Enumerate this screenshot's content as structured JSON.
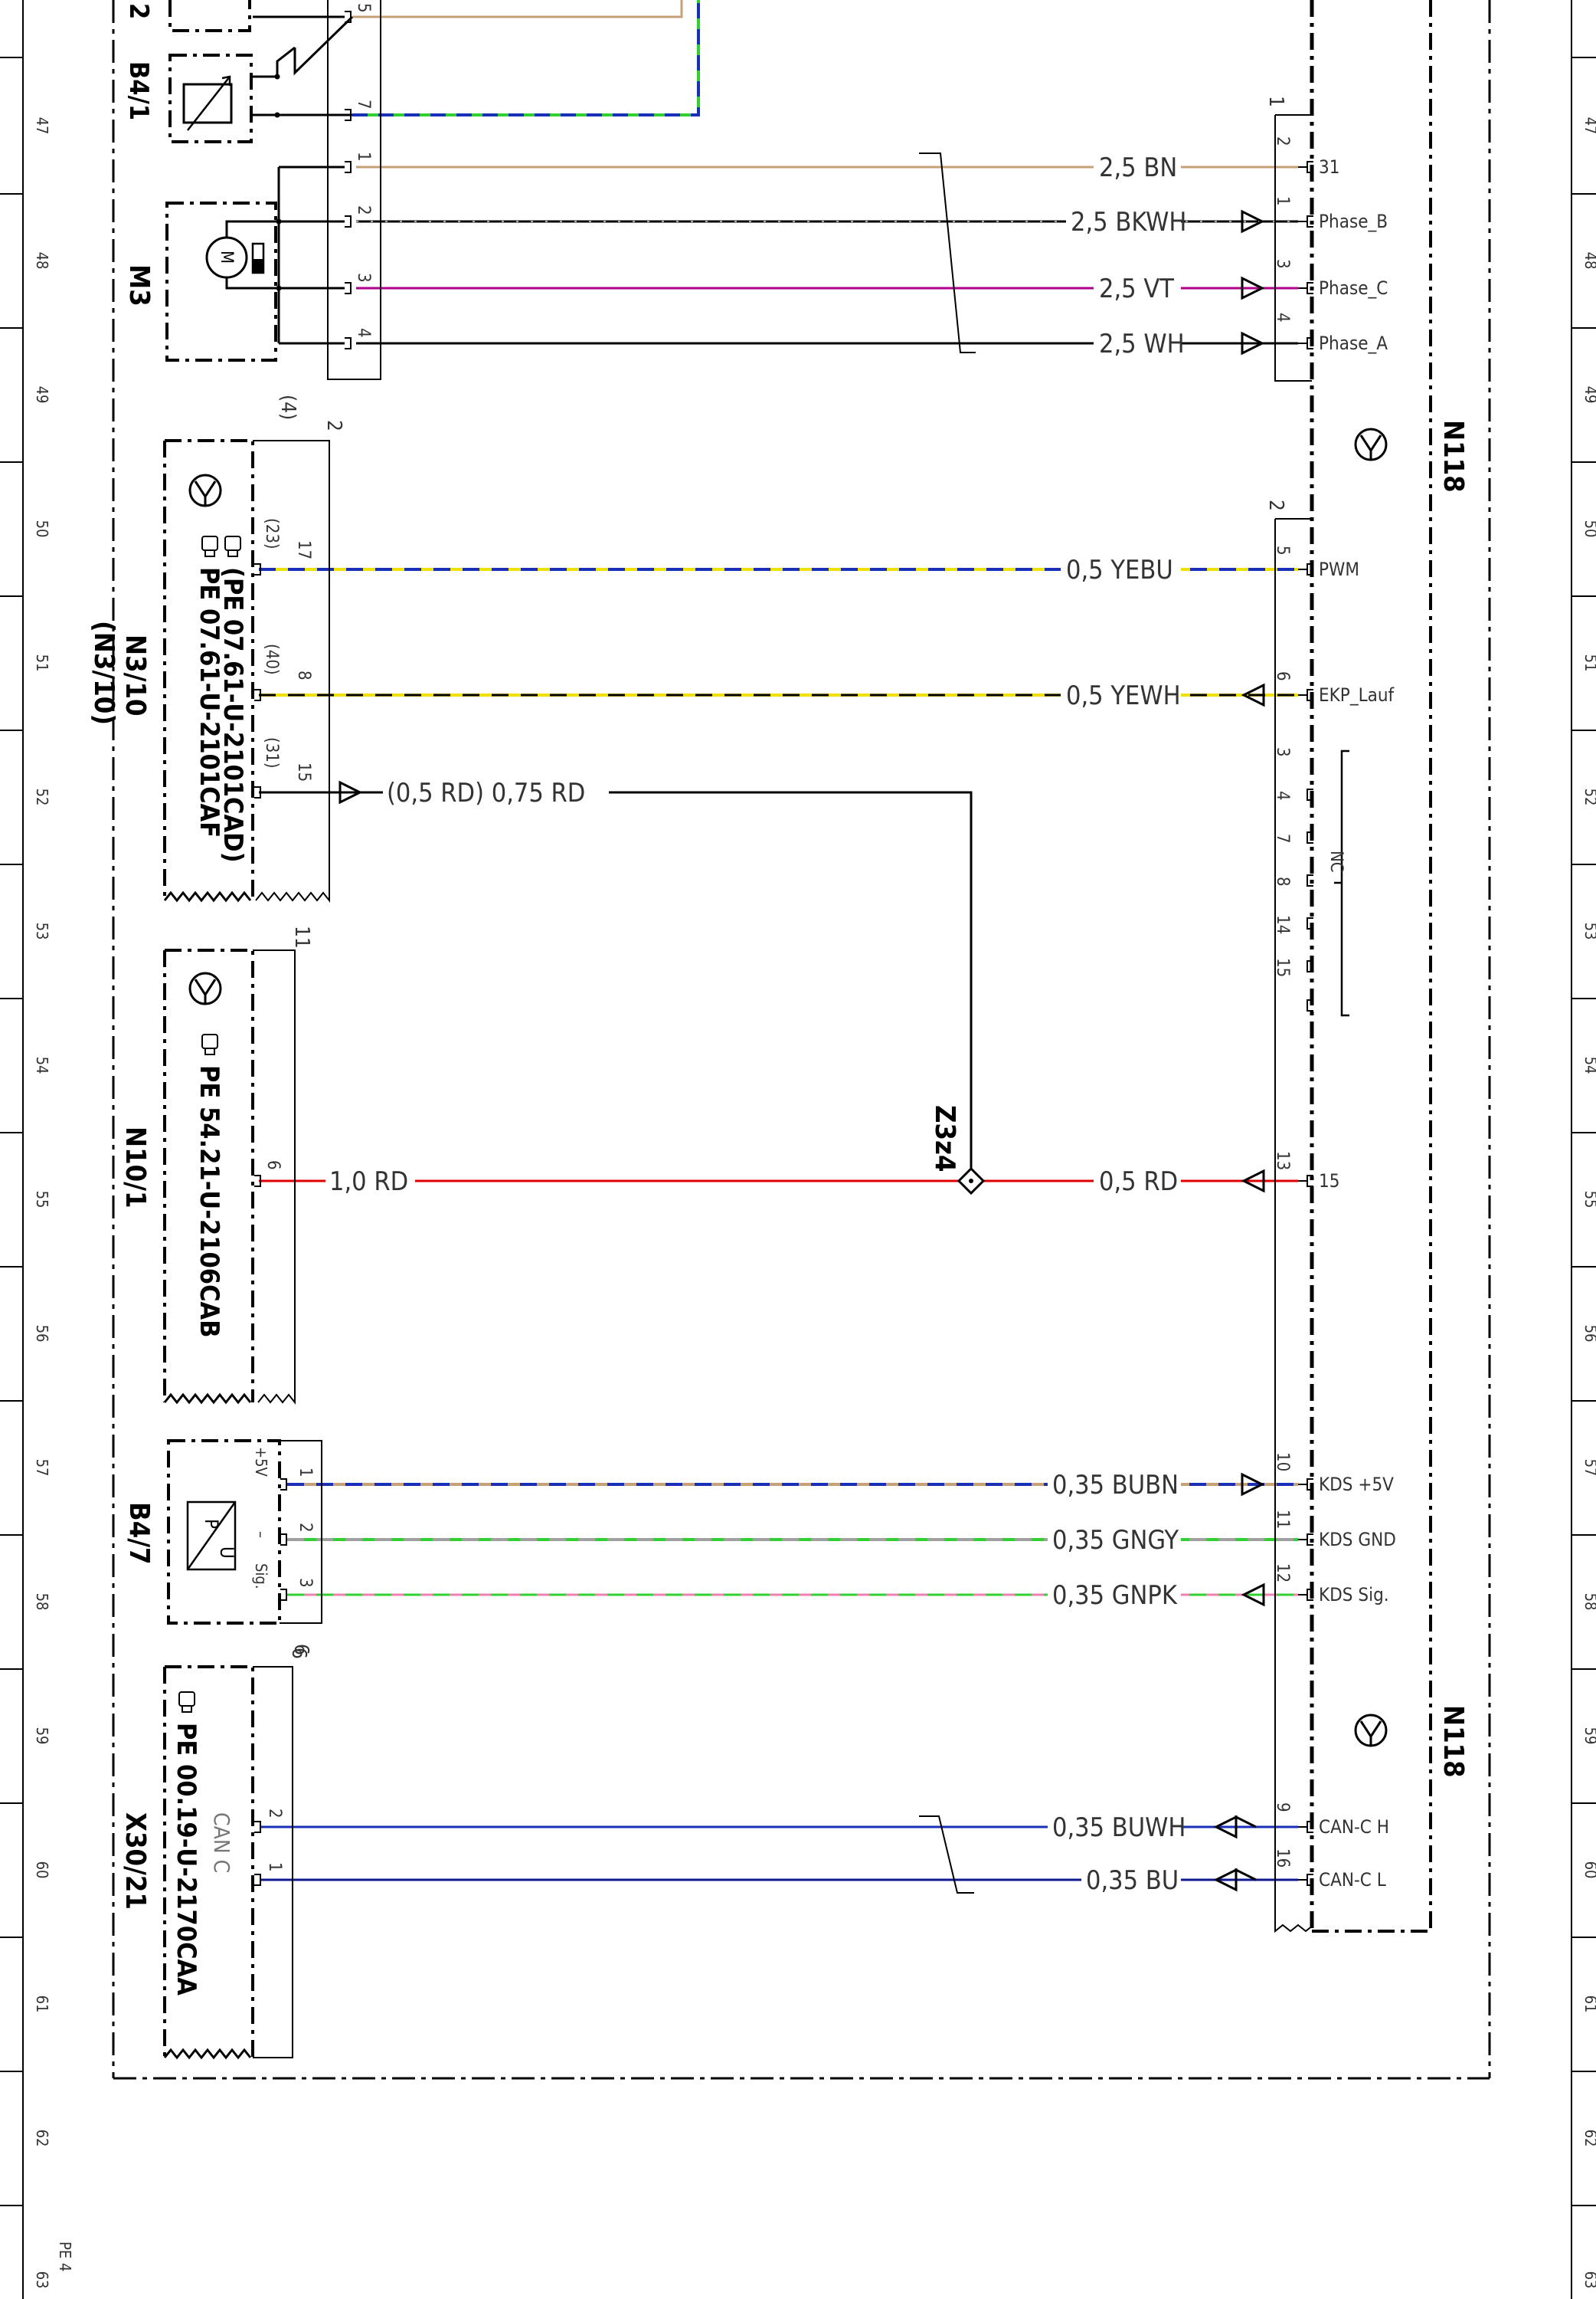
{
  "rows": [
    {
      "num": "47"
    },
    {
      "num": "48"
    },
    {
      "num": "49"
    },
    {
      "num": "50"
    },
    {
      "num": "51"
    },
    {
      "num": "52"
    },
    {
      "num": "53"
    },
    {
      "num": "54"
    },
    {
      "num": "55"
    },
    {
      "num": "56"
    },
    {
      "num": "57"
    },
    {
      "num": "58"
    },
    {
      "num": "59"
    },
    {
      "num": "60"
    },
    {
      "num": "61"
    },
    {
      "num": "62"
    },
    {
      "num": "63"
    }
  ],
  "corner": {
    "left_text": "PE 4"
  },
  "components": {
    "top_fragment": "2",
    "b41": {
      "label": "B4/1"
    },
    "m3": {
      "label": "M3",
      "motor_symbol": "M"
    },
    "n310": {
      "label": "N3/10",
      "label_alt": "(N3/10)",
      "ref1": "PE 07.61-U-2101CAF",
      "ref2": "(PE 07.61-U-2101CAD)",
      "connector": "2",
      "connector_alt": "(4)"
    },
    "n101": {
      "label": "N10/1",
      "ref": "PE 54.21-U-2106CAB",
      "connector": "11"
    },
    "b47": {
      "label": "B4/7",
      "connector": "6",
      "sym_p": "P",
      "sym_u": "U"
    },
    "x3021": {
      "label": "X30/21",
      "ref": "PE 00.19-U-2170CAA",
      "connector": "6",
      "bus": "CAN C"
    },
    "n118": {
      "label": "N118",
      "connector1": "1",
      "connector2": "2"
    }
  },
  "left_pins": {
    "b41_top": "5",
    "b41_7": "7",
    "m3": [
      "1",
      "2",
      "3",
      "4"
    ],
    "n310": [
      {
        "pin": "17",
        "alt": "(23)"
      },
      {
        "pin": "8",
        "alt": "(40)"
      },
      {
        "pin": "15",
        "alt": "(31)"
      }
    ],
    "n101": "6",
    "b47": [
      {
        "pin": "1",
        "sig": "+5V"
      },
      {
        "pin": "2",
        "sig": "–"
      },
      {
        "pin": "3",
        "sig": "Sig."
      }
    ],
    "x3021": [
      "2",
      "1"
    ]
  },
  "wires": [
    {
      "label": "2,5 BN",
      "pin": "2",
      "name": "31"
    },
    {
      "label": "2,5 BKWH",
      "pin": "1",
      "name": "Phase_B"
    },
    {
      "label": "2,5 VT",
      "pin": "3",
      "name": "Phase_C"
    },
    {
      "label": "2,5 WH",
      "pin": "4",
      "name": "Phase_A"
    },
    {
      "label": "0,5 YEBU",
      "pin": "5",
      "name": "PWM"
    },
    {
      "label": "0,5 YEWH",
      "pin": "6",
      "name": "EKP_Lauf"
    },
    {
      "label": "(0,5 RD) 0,75 RD"
    },
    {
      "label": "1,0 RD"
    },
    {
      "label": "0,5 RD",
      "pin": "13",
      "name": "15"
    },
    {
      "label": "0,35 BUBN",
      "pin": "10",
      "name": "KDS +5V"
    },
    {
      "label": "0,35 GNGY",
      "pin": "11",
      "name": "KDS GND"
    },
    {
      "label": "0,35 GNPK",
      "pin": "12",
      "name": "KDS Sig."
    },
    {
      "label": "0,35 BUWH",
      "pin": "9",
      "name": "CAN-C H"
    },
    {
      "label": "0,35 BU",
      "pin": "16",
      "name": "CAN-C L"
    }
  ],
  "nc": {
    "pins": [
      "3",
      "4",
      "7",
      "8",
      "14",
      "15"
    ],
    "label": "NC"
  },
  "splice": {
    "label": "Z3z4"
  },
  "colors": {
    "brown": "#c8a078",
    "black": "#000000",
    "violet": "#b0008c",
    "red": "#e00000",
    "yellow": "#f0e000",
    "blue": "#1830b8",
    "navy": "#101890",
    "green": "#30d030",
    "gray": "#a0a0a0",
    "pink": "#f080b0"
  }
}
